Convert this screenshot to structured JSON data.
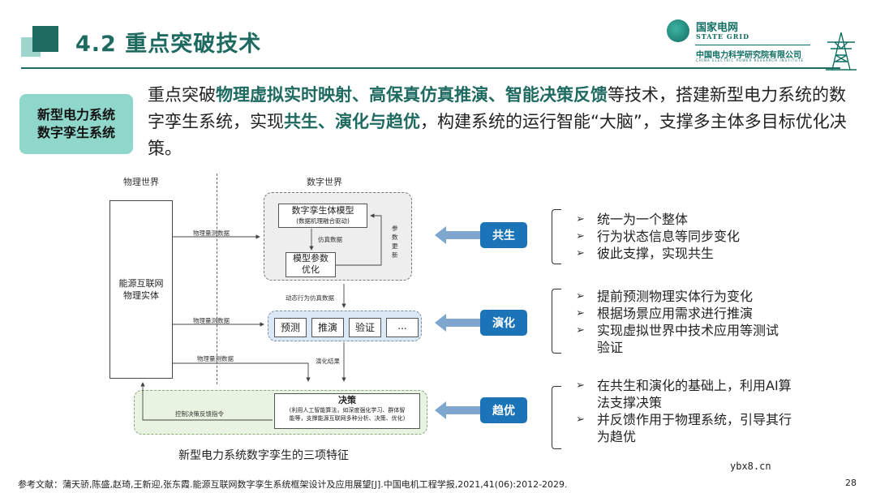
{
  "header": {
    "title": "4.2 重点突破技术",
    "logo_cn": "国家电网",
    "logo_en": "STATE GRID",
    "logo_cepri": "中国电力科学研究院有限公司",
    "logo_cepri_en": "CHINA ELECTRIC POWER RESEARCH INSTITUTE"
  },
  "badge": {
    "line1": "新型电力系统",
    "line2": "数字孪生系统"
  },
  "intro": {
    "p1": "重点突破",
    "h1": "物理虚拟实时映射、高保真仿真推演、智能决策反馈",
    "p2": "等技术，搭建新型电力系统的数字孪生系统，实现",
    "h2": "共生、演化与趋优",
    "p3": "，构建系统的运行智能“大脑”，支撑多主体多目标优化决策。"
  },
  "diagram": {
    "physical_world": "物理世界",
    "digital_world": "数字世界",
    "entity_l1": "能源互联网",
    "entity_l2": "物理实体",
    "twin_model": "数字孪生体模型",
    "twin_model_sub": "(数据机理融合驱动)",
    "sim_data": "仿真数据",
    "param_update": [
      "参",
      "数",
      "更",
      "新"
    ],
    "param_opt_l1": "模型参数",
    "param_opt_l2": "优化",
    "meas_data_1": "物理量测数据",
    "meas_data_2": "物理量测数据",
    "meas_data_3": "物理量测数据",
    "dyn_sim_data": "动态行为仿真数据",
    "steps": [
      "预测",
      "推演",
      "验证",
      "..."
    ],
    "evo_result": "演化结果",
    "decision": "决策",
    "decision_sub1": "(利用人工智能算法，如深度强化学习、群体智",
    "decision_sub2": "能等，支撑能源互联网多种分析、决策、优化)",
    "control_feedback": "控制决策反馈指令",
    "caption": "新型电力系统数字孪生的三项特征"
  },
  "tags": [
    "共生",
    "演化",
    "趋优"
  ],
  "groups": [
    {
      "items": [
        "统一为一个整体",
        "行为状态信息等同步变化",
        "彼此支撑，实现共生"
      ]
    },
    {
      "items": [
        "提前预测物理实体行为变化",
        "根据场景应用需求进行推演",
        "实现虚拟世界中技术应用等测试验证"
      ]
    },
    {
      "items": [
        "在共生和演化的基础上，利用AI算法支撑决策",
        "并反馈作用于物理系统，引导其行为趋优"
      ]
    }
  ],
  "footer": {
    "reference": "参考文献：蒲天骄,陈盛,赵琦,王新迎,张东霞.能源互联网数字孪生系统框架设计及应用展望[J].中国电机工程学报,2021,41(06):2012-2029.",
    "page": "28",
    "watermark": "ybx8.cn"
  },
  "colors": {
    "accent": "#1e6a60",
    "tag_blue": "#1b73b8",
    "badge_bg": "#8fd6cb"
  }
}
